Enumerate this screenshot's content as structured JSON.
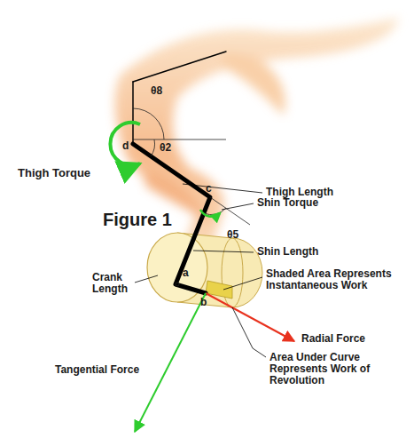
{
  "diagram": {
    "labels": [
      "θ8",
      "θ2",
      "d",
      "Thigh Torque",
      "Thigh Length",
      "Figure 1",
      "c",
      "Shin Torque",
      "θ5",
      "Shin Length",
      "Crank Length",
      "a",
      "b",
      "Shaded Area Represents Instantaneous Work",
      "Radial Force",
      "Area Under Curve Represents Work of Revolution",
      "Tangential Force"
    ]
  }
}
